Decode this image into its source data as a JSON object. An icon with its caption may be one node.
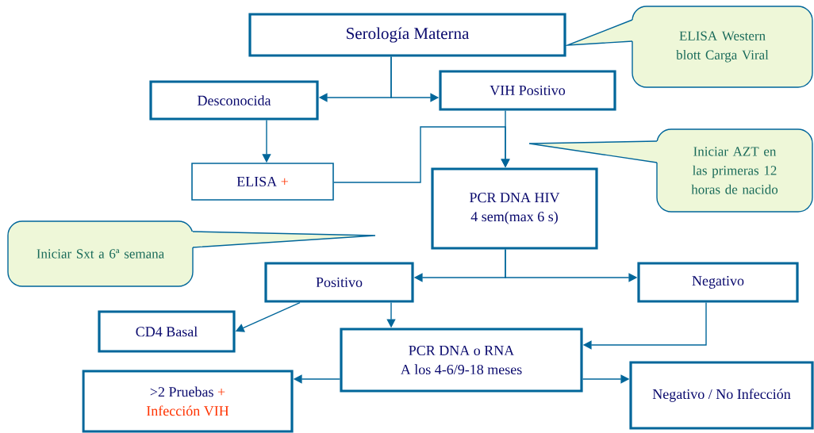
{
  "diagram": {
    "nodes": [
      {
        "text": [
          "Serología Materna"
        ]
      },
      {
        "text": [
          "Desconocida"
        ]
      },
      {
        "text": [
          "VIH Positivo"
        ]
      },
      {
        "text": [
          "ELISA",
          "+"
        ]
      },
      {
        "text": [
          "PCR DNA HIV",
          "4 sem(max 6 s)"
        ]
      },
      {
        "text": [
          "Positivo"
        ]
      },
      {
        "text": [
          "Negativo"
        ]
      },
      {
        "text": [
          "CD4 Basal"
        ]
      },
      {
        "text": [
          "PCR DNA o RNA",
          "A los 4-6/9-18 meses"
        ]
      },
      {
        "text": [
          ">2 Pruebas",
          "+",
          "Infección VIH"
        ]
      },
      {
        "text": [
          "Negativo / No Infección"
        ]
      },
      {
        "text": [
          "ELISA Western blott Carga Viral"
        ]
      },
      {
        "text": [
          "Iniciar AZT en las primeras 12 horas de nacido"
        ]
      },
      {
        "text": [
          "Iniciar Sxt a 6ª semana"
        ]
      }
    ],
    "edges": [
      {
        "from": 0,
        "to": 1,
        "arrow": "to"
      },
      {
        "from": 0,
        "to": 2,
        "arrow": "to"
      },
      {
        "from": 1,
        "to": 3,
        "arrow": "to"
      },
      {
        "from": 3,
        "to": 4,
        "arrow": "to"
      },
      {
        "from": 2,
        "to": 4,
        "arrow": "to"
      },
      {
        "from": 4,
        "to": 5,
        "arrow": "to"
      },
      {
        "from": 4,
        "to": 6,
        "arrow": "to"
      },
      {
        "from": 5,
        "to": 7,
        "arrow": "to"
      },
      {
        "from": 5,
        "to": 8,
        "arrow": "to"
      },
      {
        "from": 6,
        "to": 8,
        "arrow": "to"
      },
      {
        "from": 8,
        "to": 9,
        "arrow": "to"
      },
      {
        "from": 8,
        "to": 10,
        "arrow": "to"
      }
    ]
  }
}
